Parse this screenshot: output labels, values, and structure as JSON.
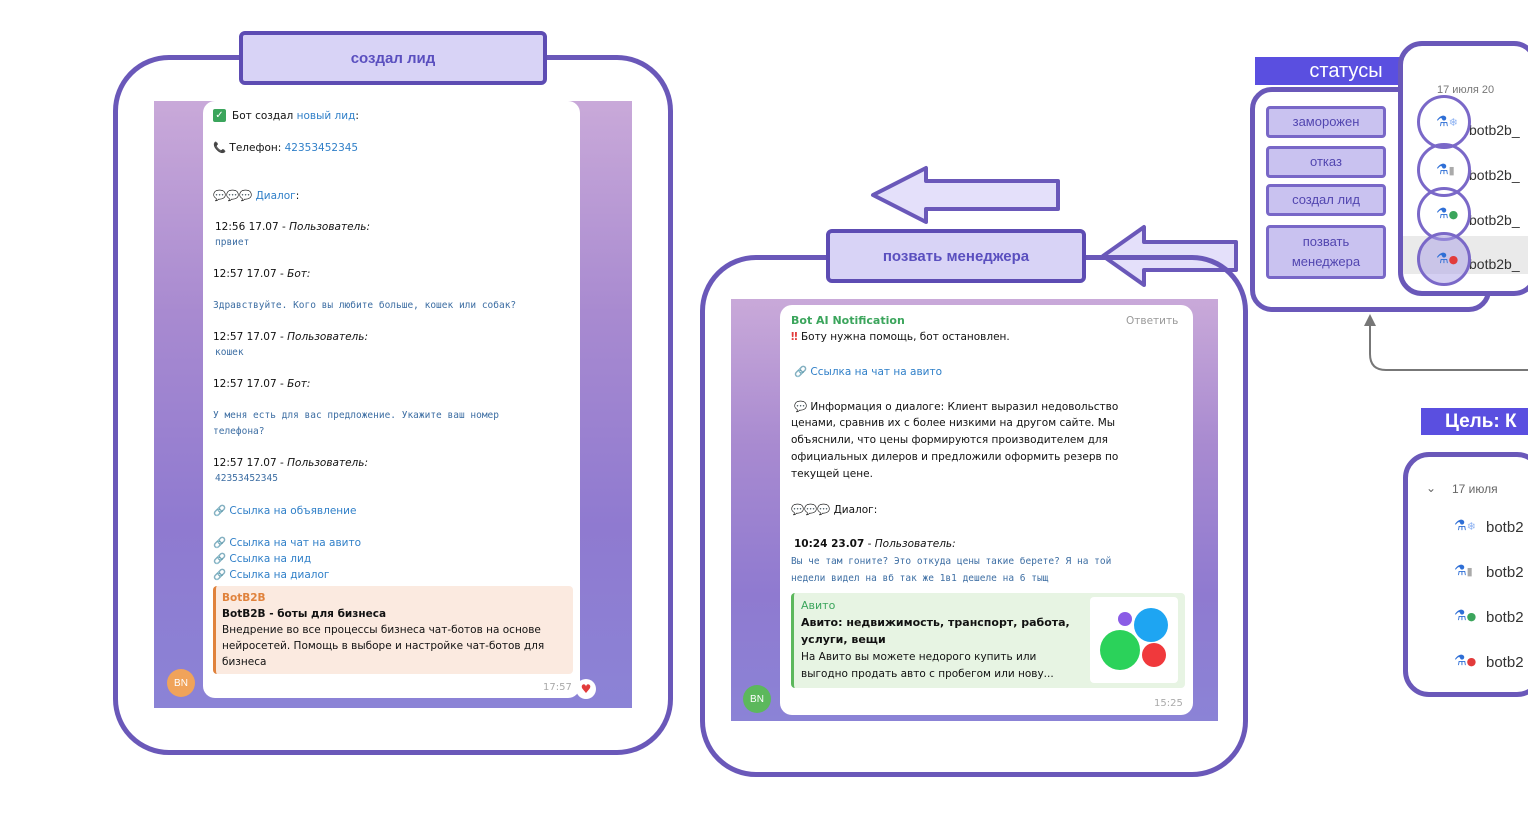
{
  "panel1": {
    "label": "создал лид",
    "lines": {
      "bot_created": "Бот создал",
      "new_lead": "новый лид",
      "colon": ":",
      "phone_label": "Телефон:",
      "phone": "42353452345",
      "dialog": "Диалог",
      "t1": "12:56 17.07",
      "user": "Пользователь:",
      "m1": "првиет",
      "t2": "12:57 17.07",
      "bot": "Бот:",
      "m2": "Здравствуйте. Кого вы любите больше, кошек или собак?",
      "t3": "12:57 17.07",
      "m3": "кошек",
      "t4": "12:57 17.07",
      "m4a": "У меня есть для вас предложение. Укажите ваш номер",
      "m4b": "телефона?",
      "t5": "12:57 17.07",
      "m5": "42353452345",
      "link_ad": "Ссылка на объявление",
      "link_chat": "Ссылка на чат на авито",
      "link_lead": "Ссылка на лид",
      "link_dialog": "Ссылка на диалог"
    },
    "preview": {
      "site": "BotB2B",
      "title": "BotB2B - боты для бизнеса",
      "desc1": "Внедрение во все процессы бизнеса чат-ботов на основе",
      "desc2": "нейросетей. Помощь в выборе и настройке чат-ботов для",
      "desc3": "бизнеса"
    },
    "time": "17:57",
    "avatar": "BN",
    "avatar_color": "#f0a35a"
  },
  "panel2": {
    "label": "позвать менеджера",
    "sender": "Bot AI Notification",
    "reply": "Ответить",
    "alert": "Боту нужна помощь, бот остановлен.",
    "link_chat": "Ссылка на чат на авито",
    "info1": "Информация о диалоге: Клиент выразил недовольство",
    "info2": "ценами, сравнив их с более низкими на другом сайте. Мы",
    "info3": "объяснили, что цены формируются производителем для",
    "info4": "официальных дилеров и предложили оформить резерв по",
    "info5": "текущей цене.",
    "dialog": "Диалог:",
    "t1": "10:24 23.07",
    "user": "Пользователь:",
    "m1a": "Вы че там гоните? Это откуда цены такие берете? Я на той",
    "m1b": "недели видел на вб так же 1в1 дешеле на 6 тыщ",
    "preview": {
      "site": "Авито",
      "title1": "Авито: недвижимость, транспорт, работа,",
      "title2": "услуги, вещи",
      "desc1": "На Авито вы можете недорого купить или",
      "desc2": "выгодно продать авто с пробегом или нову..."
    },
    "time": "15:25",
    "avatar": "BN",
    "avatar_color": "#5cb85c"
  },
  "statuses": {
    "header": "статусы",
    "items": [
      "заморожен",
      "отказ",
      "создал лид",
      "позвать менеджера"
    ],
    "date_partial": "17 июля 20",
    "row_text": "botb2b_"
  },
  "goal": {
    "header": "Цель: К",
    "date": "17 июля",
    "row_text": "botb2"
  },
  "colors": {
    "frame": "#6a58b9",
    "label_fill": "#d8d3f6",
    "status_header": "#5a4fe0"
  }
}
